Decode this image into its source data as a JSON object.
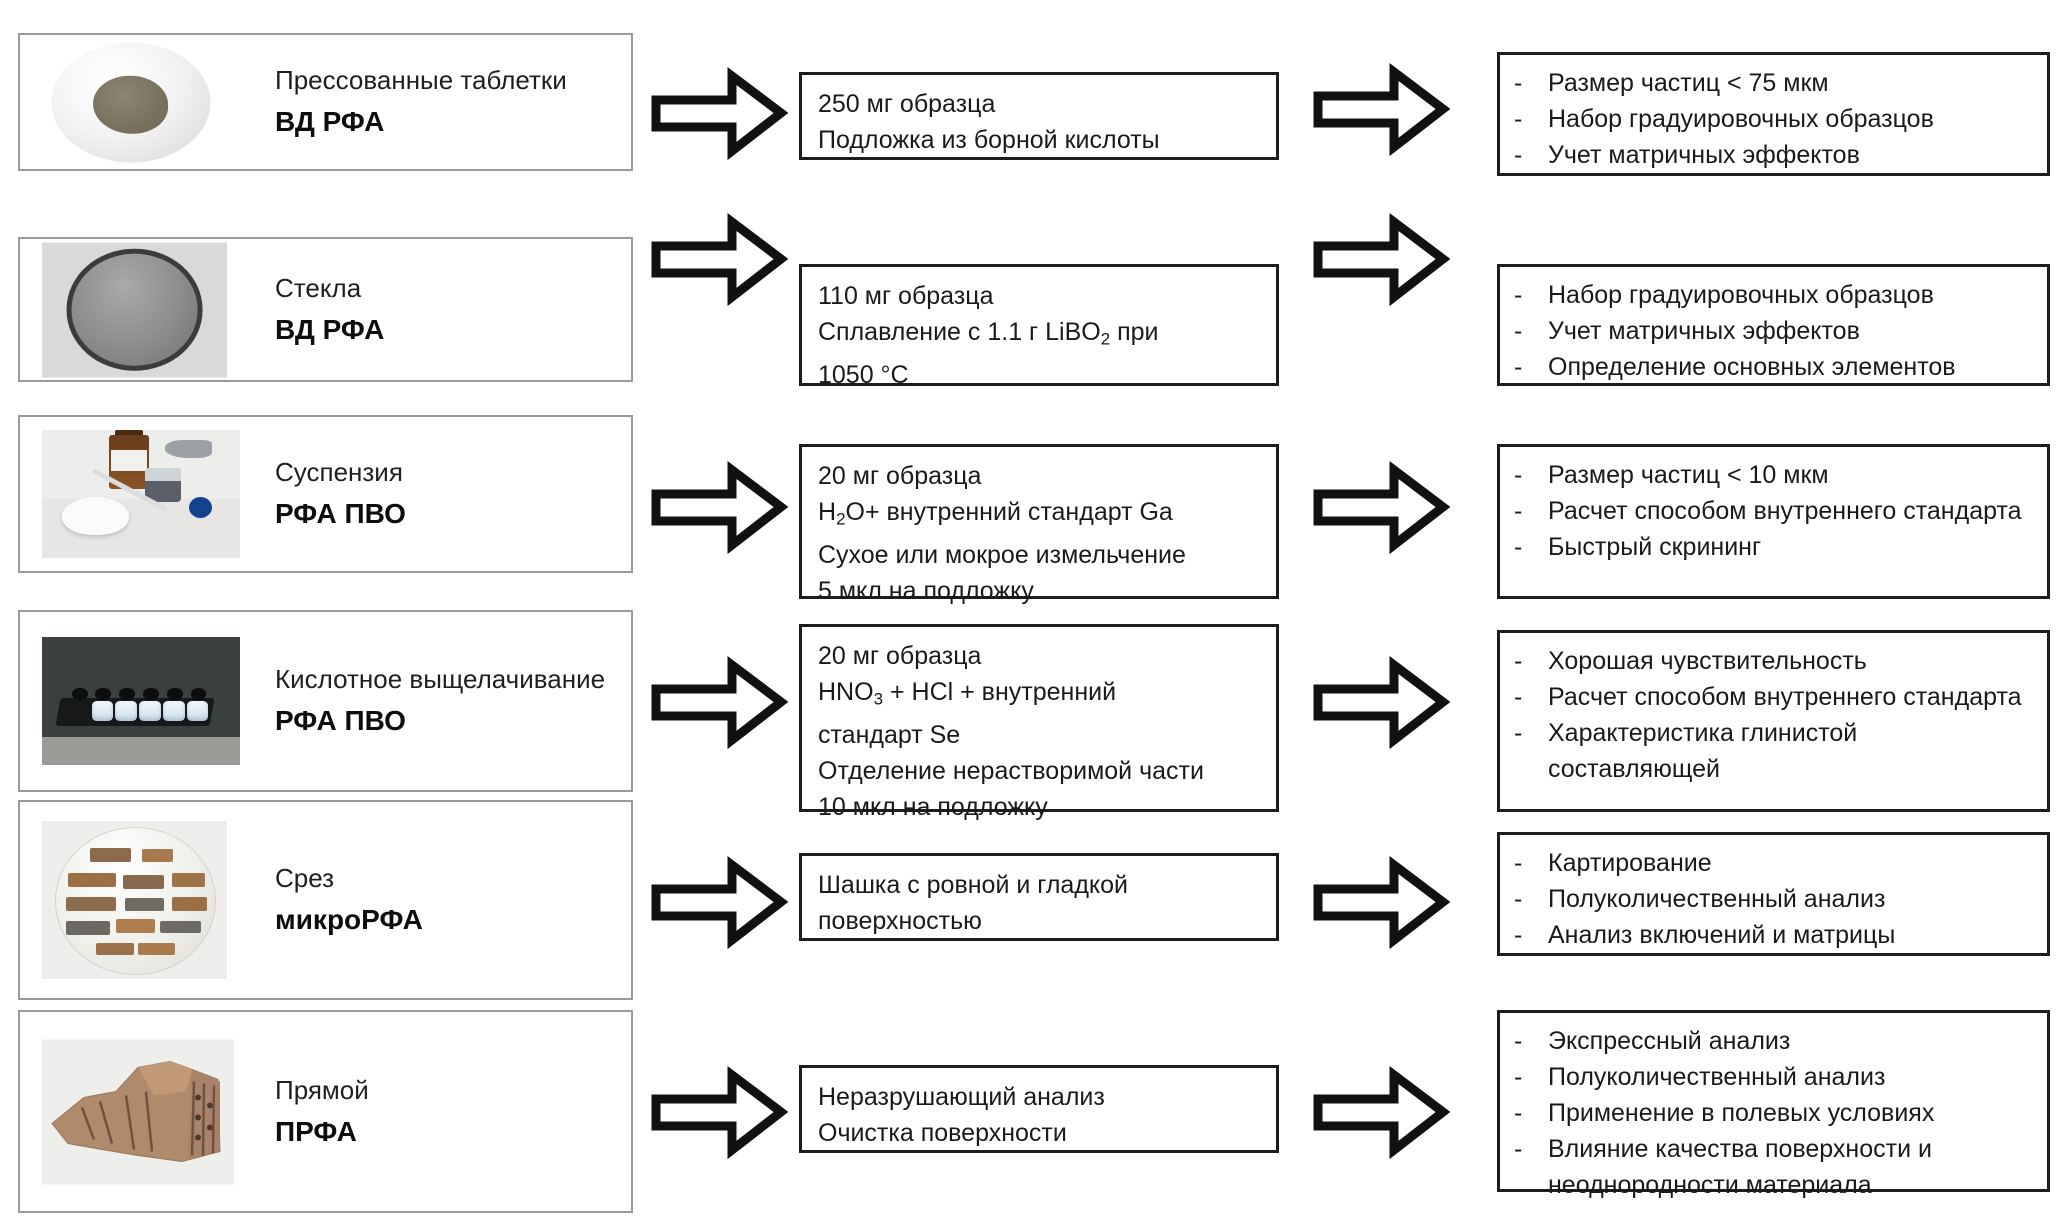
{
  "diagram": {
    "title": "Схемы пробоподготовки и анализа методами РФА",
    "arrow_icon": "block-arrow-right-icon",
    "bullet_marker": "-",
    "rows": [
      {
        "id": "pressed-pellets",
        "photo": "pressed-pellet-photo",
        "method_top": "Прессованные таблетки",
        "method_bold": "ВД РФА",
        "prep_lines": [
          "250 мг образца",
          "Подложка из борной кислоты"
        ],
        "features": [
          "Размер частиц < 75 мкм",
          "Набор градуировочных образцов",
          "Учет матричных эффектов"
        ]
      },
      {
        "id": "glasses",
        "photo": "fused-glass-disc-photo",
        "method_top": "Стекла",
        "method_bold": "ВД РФА",
        "prep_lines": [
          "110 мг образца",
          "Сплавление с 1.1 г LiBO₂ при",
          "1050 °C"
        ],
        "features": [
          "Набор градуировочных образцов",
          "Учет матричных эффектов",
          "Определение основных элементов"
        ]
      },
      {
        "id": "suspension",
        "photo": "suspension-pipette-photo",
        "method_top": "Суспензия",
        "method_bold": "РФА ПВО",
        "prep_lines": [
          "20 мг образца",
          "H₂O+ внутренний стандарт Ga",
          "Сухое или мокрое измельчение",
          "5 мкл на подложку"
        ],
        "features": [
          "Размер частиц < 10 мкм",
          "Расчет способом внутреннего стандарта",
          "Быстрый скрининг"
        ]
      },
      {
        "id": "acid-leaching",
        "photo": "acid-leaching-rack-photo",
        "method_top": "Кислотное выщелачивание",
        "method_bold": "РФА ПВО",
        "prep_lines": [
          "20 мг образца",
          "HNO₃ + HCl + внутренний",
          "стандарт Se",
          "Отделение нерастворимой части",
          "10 мкл на подложку"
        ],
        "features": [
          "Хорошая чувствительность",
          "Расчет способом внутреннего стандарта",
          "Характеристика глинистой составляющей"
        ]
      },
      {
        "id": "cross-section",
        "photo": "polished-section-mount-photo",
        "method_top": "Срез",
        "method_bold": "микроРФА",
        "prep_lines": [
          "Шашка с ровной и гладкой",
          "поверхностью"
        ],
        "features": [
          "Картирование",
          "Полуколичественный анализ",
          "Анализ включений и матрицы"
        ]
      },
      {
        "id": "direct",
        "photo": "pottery-sherd-photo",
        "method_top": "Прямой",
        "method_bold": "ПРФА",
        "prep_lines": [
          "Неразрушающий анализ",
          "Очистка поверхности"
        ],
        "features": [
          "Экспрессный анализ",
          "Полуколичественный анализ",
          "Применение в полевых условиях",
          "Влияние качества поверхности и  неоднородности материала"
        ]
      }
    ],
    "colors": {
      "card_border": "#9a9a9a",
      "box_border": "#1d1d1d",
      "text": "#1a1a1a",
      "background": "#ffffff"
    }
  }
}
